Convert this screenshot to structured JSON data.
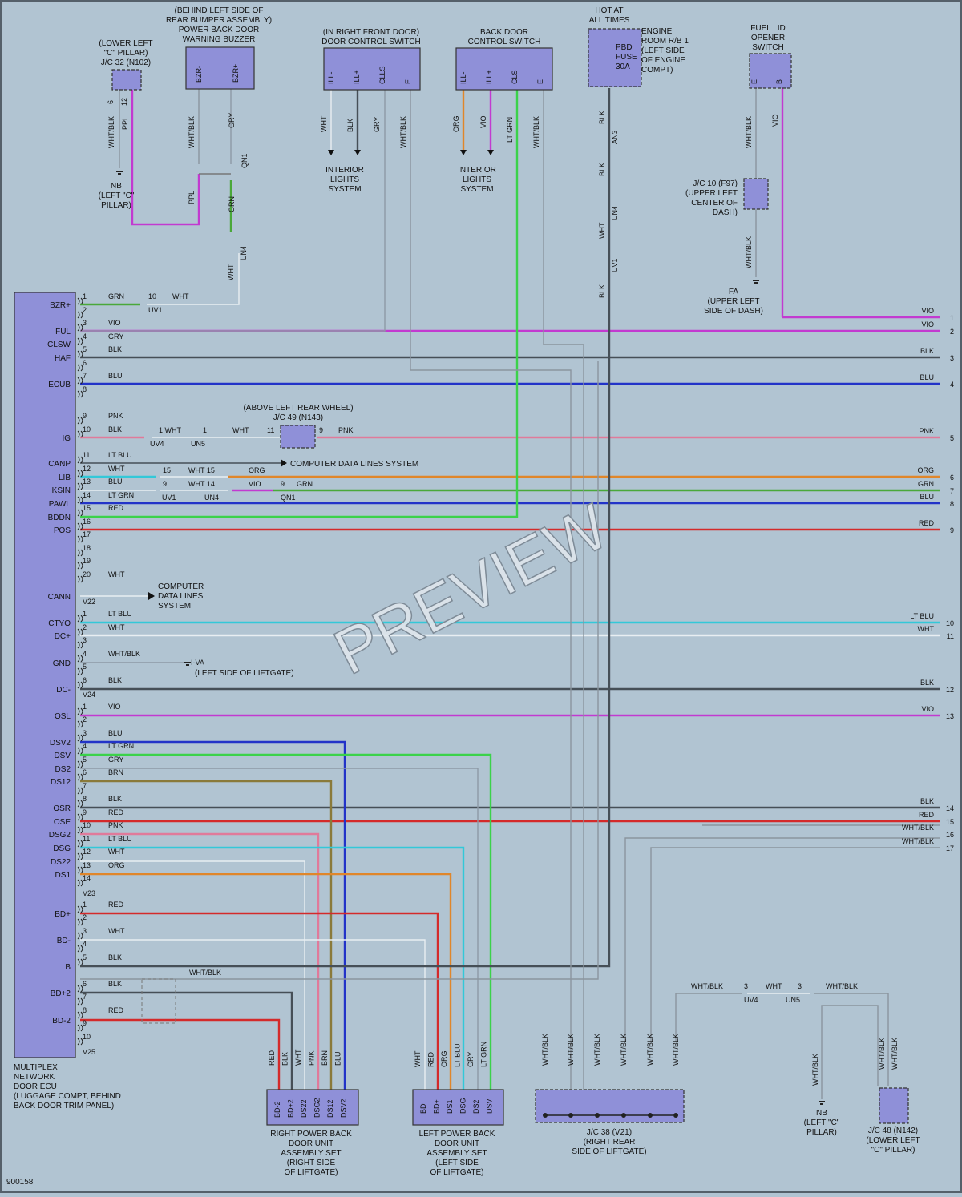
{
  "colors": {
    "GRN": "#4aa83a",
    "VIO": "#c23ad0",
    "GRY": "#8d9aa6",
    "BLK": "#464f57",
    "BLU": "#2233c8",
    "PNK": "#e07a9a",
    "LTBLU": "#33c8d8",
    "RED": "#d42a2a",
    "LTGRN": "#3bd24a",
    "ORG": "#e0862a",
    "WHT": "#e8eef2",
    "BRN": "#8a7a3a",
    "WHTBLK": "#8b959e",
    "PPL": "#c23ad0"
  },
  "ecu": {
    "pins": [
      "BZR+",
      "FUL",
      "CLSW",
      "HAF",
      "ECUB",
      "IG",
      "CANP",
      "LIB",
      "KSIN",
      "PAWL",
      "BDDN",
      "POS",
      "CANN",
      "CTYO",
      "DC+",
      "GND",
      "DC-",
      "OSL",
      "DSV2",
      "DSV",
      "DS2",
      "DS12",
      "OSR",
      "OSE",
      "DSG2",
      "DSG",
      "DS22",
      "DS1",
      "BD+",
      "BD-",
      "B",
      "BD+2",
      "BD-2"
    ],
    "label": [
      "MULTIPLEX",
      "NETWORK",
      "DOOR ECU",
      "(LUGGAGE COMPT, BEHIND",
      "BACK DOOR TRIM PANEL)"
    ],
    "conn": [
      "V22",
      "V24",
      "V23",
      "V25"
    ]
  },
  "components": {
    "jc32": [
      "(LOWER LEFT",
      "\"C\" PILLAR)",
      "J/C 32 (N102)"
    ],
    "buzzer": [
      "(BEHIND LEFT SIDE OF",
      "REAR BUMPER ASSEMBLY)",
      "POWER BACK DOOR",
      "WARNING BUZZER"
    ],
    "front_door": [
      "(IN RIGHT FRONT DOOR)",
      "DOOR CONTROL SWITCH"
    ],
    "back_door": [
      "BACK DOOR",
      "CONTROL SWITCH"
    ],
    "hot": [
      "HOT AT",
      "ALL TIMES"
    ],
    "engine_room": [
      "ENGINE",
      "ROOM R/B 1",
      "(LEFT SIDE",
      "OF ENGINE",
      "COMPT)"
    ],
    "fuse": [
      "PBD",
      "FUSE",
      "30A"
    ],
    "fuel_lid": [
      "FUEL LID",
      "OPENER",
      "SWITCH"
    ],
    "jc10": [
      "J/C 10 (F97)",
      "(UPPER LEFT",
      "CENTER OF",
      "DASH)"
    ],
    "fa": [
      "FA",
      "(UPPER LEFT",
      "SIDE OF DASH)"
    ],
    "nb1": [
      "NB",
      "(LEFT \"C\"",
      "PILLAR)"
    ],
    "interior1": [
      "INTERIOR",
      "LIGHTS",
      "SYSTEM"
    ],
    "interior2": [
      "INTERIOR",
      "LIGHTS",
      "SYSTEM"
    ],
    "jc49": [
      "(ABOVE LEFT REAR WHEEL)",
      "J/C 49 (N143)"
    ],
    "cdl1": "COMPUTER DATA LINES SYSTEM",
    "cdl2": [
      "COMPUTER",
      "DATA LINES",
      "SYSTEM"
    ],
    "iva": [
      "I-VA",
      "(LEFT SIDE OF LIFTGATE)"
    ],
    "right_unit": [
      "RIGHT POWER BACK",
      "DOOR UNIT",
      "ASSEMBLY SET",
      "(RIGHT SIDE",
      "OF LIFTGATE)"
    ],
    "left_unit": [
      "LEFT POWER BACK",
      "DOOR UNIT",
      "ASSEMBLY SET",
      "(LEFT SIDE",
      "OF LIFTGATE)"
    ],
    "jc38": [
      "J/C 38 (V21)",
      "(RIGHT REAR",
      "SIDE OF LIFTGATE)"
    ],
    "nb2": [
      "NB",
      "(LEFT \"C\"",
      "PILLAR)"
    ],
    "jc48": [
      "J/C 48 (N142)",
      "(LOWER LEFT",
      "\"C\" PILLAR)"
    ]
  },
  "terminals": {
    "buzzer": [
      "BZR-",
      "BZR+"
    ],
    "front_door": [
      "ILL-",
      "ILL+",
      "CLLS",
      "E"
    ],
    "back_door": [
      "ILL-",
      "ILL+",
      "CLS",
      "E"
    ],
    "fuel_lid": [
      "E",
      "B"
    ],
    "right_unit": [
      "BD-2",
      "BD+2",
      "DS22",
      "DSG2",
      "DS12",
      "DSV2"
    ],
    "left_unit": [
      "BD",
      "BD+",
      "DS1",
      "DSG",
      "DS2",
      "DSV"
    ]
  },
  "conn_labels": {
    "uv1": "UV1",
    "uv4": "UV4",
    "un5": "UN5",
    "un4": "UN4",
    "qn1": "QN1",
    "an3": "AN3"
  },
  "right_numbers": [
    "1",
    "2",
    "3",
    "4",
    "5",
    "6",
    "7",
    "8",
    "9",
    "10",
    "11",
    "12",
    "13",
    "14",
    "15",
    "16",
    "17"
  ],
  "ecu_wires": [
    {
      "n": "1",
      "c": "GRN"
    },
    {
      "n": "2",
      "c": ""
    },
    {
      "n": "3",
      "c": "VIO"
    },
    {
      "n": "4",
      "c": "GRY"
    },
    {
      "n": "5",
      "c": "BLK"
    },
    {
      "n": "6",
      "c": ""
    },
    {
      "n": "7",
      "c": "BLU"
    },
    {
      "n": "8",
      "c": ""
    },
    {
      "n": "9",
      "c": "PNK"
    },
    {
      "n": "10",
      "c": "BLK"
    },
    {
      "n": "11",
      "c": "LT BLU"
    },
    {
      "n": "12",
      "c": "WHT"
    },
    {
      "n": "13",
      "c": "BLU"
    },
    {
      "n": "14",
      "c": "LT GRN"
    },
    {
      "n": "15",
      "c": "RED"
    },
    {
      "n": "16",
      "c": ""
    },
    {
      "n": "17",
      "c": ""
    },
    {
      "n": "18",
      "c": ""
    },
    {
      "n": "19",
      "c": ""
    },
    {
      "n": "20",
      "c": "WHT"
    },
    {
      "n": "1",
      "c": "LT BLU"
    },
    {
      "n": "2",
      "c": "WHT"
    },
    {
      "n": "3",
      "c": ""
    },
    {
      "n": "4",
      "c": "WHT/BLK"
    },
    {
      "n": "5",
      "c": ""
    },
    {
      "n": "6",
      "c": "BLK"
    },
    {
      "n": "1",
      "c": "VIO"
    },
    {
      "n": "2",
      "c": ""
    },
    {
      "n": "3",
      "c": "BLU"
    },
    {
      "n": "4",
      "c": "LT GRN"
    },
    {
      "n": "5",
      "c": "GRY"
    },
    {
      "n": "6",
      "c": "BRN"
    },
    {
      "n": "7",
      "c": ""
    },
    {
      "n": "8",
      "c": "BLK"
    },
    {
      "n": "9",
      "c": "RED"
    },
    {
      "n": "10",
      "c": "PNK"
    },
    {
      "n": "11",
      "c": "LT BLU"
    },
    {
      "n": "12",
      "c": "WHT"
    },
    {
      "n": "13",
      "c": "ORG"
    },
    {
      "n": "14",
      "c": ""
    },
    {
      "n": "1",
      "c": "RED"
    },
    {
      "n": "2",
      "c": ""
    },
    {
      "n": "3",
      "c": "WHT"
    },
    {
      "n": "4",
      "c": ""
    },
    {
      "n": "5",
      "c": "BLK"
    },
    {
      "n": "6",
      "c": "BLK"
    },
    {
      "n": "7",
      "c": ""
    },
    {
      "n": "8",
      "c": "RED"
    },
    {
      "n": "9",
      "c": ""
    },
    {
      "n": "10",
      "c": ""
    }
  ],
  "right_wire_labels": [
    "VIO",
    "VIO",
    "BLK",
    "BLU",
    "PNK",
    "ORG",
    "GRN",
    "BLU",
    "RED",
    "LT BLU",
    "WHT",
    "BLK",
    "VIO",
    "BLK",
    "RED",
    "WHT/BLK",
    "WHT/BLK"
  ],
  "watermark": "PREVIEW",
  "footer_code": "900158"
}
